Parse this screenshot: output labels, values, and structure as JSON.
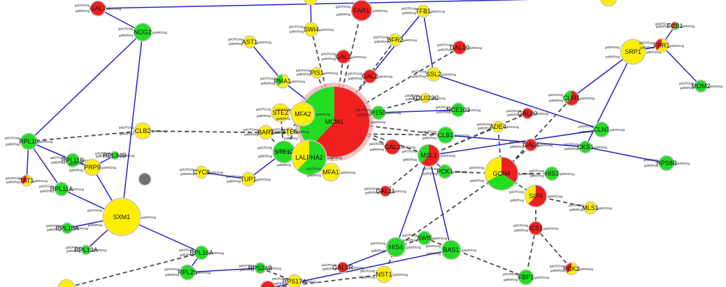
{
  "colors": {
    "edge_solid": "#2323c8",
    "edge_dashed": "#4a4a4a",
    "up": "#f02020",
    "down": "#22dd22",
    "neutral": "#ffee00",
    "missing": "#707070",
    "rim": "#c8c8c8",
    "halo": "#f4a7a7"
  },
  "legend_markers": [
    "gal1RGsig",
    "gal4RGsig",
    "gal80Rsig"
  ],
  "nodes": [
    {
      "id": "n0",
      "label": "",
      "slices": [
        "neutral"
      ]
    },
    {
      "id": "n1",
      "label": "GAL7",
      "slices": [
        "up"
      ]
    },
    {
      "id": "n2",
      "label": "NOG2",
      "slices": [
        "down"
      ]
    },
    {
      "id": "n3",
      "label": "SWI4",
      "slices": [
        "neutral"
      ]
    },
    {
      "id": "n4",
      "label": "FAR1",
      "slices": [
        "up"
      ]
    },
    {
      "id": "n5",
      "label": "TFB1",
      "slices": [
        "neutral"
      ]
    },
    {
      "id": "n6",
      "label": "BFR2",
      "slices": [
        "neutral"
      ]
    },
    {
      "id": "n7",
      "label": "AST1",
      "slices": [
        "neutral"
      ]
    },
    {
      "id": "n8",
      "label": "GAL1",
      "slices": [
        "up"
      ]
    },
    {
      "id": "n9",
      "label": "GAL10",
      "slices": [
        "up"
      ]
    },
    {
      "id": "n10",
      "label": "CUR1",
      "slices": [
        "up",
        "down"
      ]
    },
    {
      "id": "n11",
      "label": "SRP1",
      "slices": [
        "neutral"
      ]
    },
    {
      "id": "n12",
      "label": "FCB1",
      "slices": [
        "down",
        "up"
      ]
    },
    {
      "id": "n13",
      "label": "FPR1",
      "slices": [
        "neutral",
        "up"
      ]
    },
    {
      "id": "n14",
      "label": "PIS1",
      "slices": [
        "neutral"
      ]
    },
    {
      "id": "n15",
      "label": "PMA1",
      "slices": [
        "neutral",
        "down"
      ]
    },
    {
      "id": "n16",
      "label": "SSL2",
      "slices": [
        "neutral"
      ]
    },
    {
      "id": "n17",
      "label": "GAL2",
      "slices": [
        "up"
      ]
    },
    {
      "id": "n18",
      "label": "MCM1",
      "slices": [
        "up",
        "down"
      ]
    },
    {
      "id": "n19",
      "label": "YDL023C",
      "slices": [
        "neutral"
      ]
    },
    {
      "id": "n20",
      "label": "MOM2",
      "slices": [
        "down"
      ]
    },
    {
      "id": "n21",
      "label": "STE2",
      "slices": [
        "neutral"
      ]
    },
    {
      "id": "n22",
      "label": "MFA2",
      "slices": [
        "neutral"
      ]
    },
    {
      "id": "n23",
      "label": "P150",
      "slices": [
        "down"
      ]
    },
    {
      "id": "n24",
      "label": "NCE103",
      "slices": [
        "down"
      ]
    },
    {
      "id": "n25",
      "label": "GAL3",
      "slices": [
        "up"
      ]
    },
    {
      "id": "n26",
      "label": "CLB2",
      "slices": [
        "neutral"
      ]
    },
    {
      "id": "n27",
      "label": "BAR1",
      "slices": [
        "neutral"
      ]
    },
    {
      "id": "n28",
      "label": "STE6",
      "slices": [
        "neutral"
      ]
    },
    {
      "id": "n29",
      "label": "ADE4",
      "slices": [
        "neutral"
      ]
    },
    {
      "id": "n30",
      "label": "CLB1",
      "slices": [
        "down"
      ]
    },
    {
      "id": "n31",
      "label": "CLN1",
      "slices": [
        "down"
      ]
    },
    {
      "id": "n32",
      "label": "RPL10",
      "slices": [
        "down"
      ]
    },
    {
      "id": "n33",
      "label": "STE12",
      "slices": [
        "down"
      ]
    },
    {
      "id": "n34",
      "label": "LALPHA2",
      "slices": [
        "down",
        "neutral"
      ]
    },
    {
      "id": "n35",
      "label": "GAL11",
      "slices": [
        "up"
      ]
    },
    {
      "id": "n36",
      "label": "MSL1",
      "slices": [
        "up",
        "down"
      ]
    },
    {
      "id": "n37",
      "label": "CKS1",
      "slices": [
        "down"
      ]
    },
    {
      "id": "n38",
      "label": "GAL4",
      "slices": [
        "up"
      ]
    },
    {
      "id": "n39",
      "label": "RPL11B",
      "slices": [
        "down"
      ]
    },
    {
      "id": "n40",
      "label": "RPL34B",
      "slices": [
        "down"
      ]
    },
    {
      "id": "n41",
      "label": "PRP9",
      "slices": [
        "neutral"
      ]
    },
    {
      "id": "n42",
      "label": "CYC8",
      "slices": [
        "neutral"
      ]
    },
    {
      "id": "n43",
      "label": "MFA1",
      "slices": [
        "neutral"
      ]
    },
    {
      "id": "n44",
      "label": "PCK1",
      "slices": [
        "down"
      ]
    },
    {
      "id": "n45",
      "label": "GCN4",
      "slices": [
        "up",
        "down",
        "neutral"
      ]
    },
    {
      "id": "n46",
      "label": "RPS8B",
      "slices": [
        "down"
      ]
    },
    {
      "id": "n47",
      "label": "HIS3",
      "slices": [
        "down"
      ]
    },
    {
      "id": "n48",
      "label": "TAT1",
      "slices": [
        "neutral",
        "up"
      ]
    },
    {
      "id": "n49",
      "label": "RPL11A",
      "slices": [
        "down"
      ]
    },
    {
      "id": "n50",
      "label": "TUP1",
      "slices": [
        "neutral"
      ]
    },
    {
      "id": "n51",
      "label": "GAL80",
      "slices": [
        "up"
      ]
    },
    {
      "id": "n52",
      "label": "SIP4",
      "slices": [
        "up",
        "neutral"
      ]
    },
    {
      "id": "n53",
      "label": "MLS1",
      "slices": [
        "neutral"
      ]
    },
    {
      "id": "n54",
      "label": "",
      "slices": [
        "missing"
      ]
    },
    {
      "id": "n55",
      "label": "SXM1",
      "slices": [
        "neutral"
      ]
    },
    {
      "id": "n56",
      "label": "RPL15A",
      "slices": [
        "down"
      ]
    },
    {
      "id": "n57",
      "label": "RPL13A",
      "slices": [
        "down"
      ]
    },
    {
      "id": "n58",
      "label": "HIS4",
      "slices": [
        "down"
      ]
    },
    {
      "id": "n59",
      "label": "SWI5",
      "slices": [
        "down"
      ]
    },
    {
      "id": "n60",
      "label": "BAS1",
      "slices": [
        "down"
      ]
    },
    {
      "id": "n61",
      "label": "ICS1",
      "slices": [
        "up"
      ]
    },
    {
      "id": "n62",
      "label": "RPL16A",
      "slices": [
        "down"
      ]
    },
    {
      "id": "n63",
      "label": "RPL25",
      "slices": [
        "down"
      ]
    },
    {
      "id": "n64",
      "label": "RPS24B",
      "slices": [
        "down"
      ]
    },
    {
      "id": "n65",
      "label": "RPS17A",
      "slices": [
        "neutral"
      ]
    },
    {
      "id": "n66",
      "label": "GAL3R",
      "slices": [
        "up"
      ]
    },
    {
      "id": "n67",
      "label": "NST1",
      "slices": [
        "neutral"
      ]
    },
    {
      "id": "n68",
      "label": "FBP1",
      "slices": [
        "down"
      ]
    },
    {
      "id": "n69",
      "label": "PCK2",
      "slices": [
        "neutral",
        "up"
      ]
    },
    {
      "id": "n70",
      "label": "",
      "slices": [
        "neutral"
      ]
    },
    {
      "id": "n71",
      "label": "",
      "slices": [
        "up"
      ]
    },
    {
      "id": "n72",
      "label": "",
      "slices": [
        "neutral"
      ]
    }
  ],
  "edges": [
    {
      "a": "n2",
      "b": "n1",
      "dashed": false
    },
    {
      "a": "n1",
      "b": "n0",
      "dashed": false
    },
    {
      "a": "n2",
      "b": "n32",
      "dashed": false
    },
    {
      "a": "n3",
      "b": "n18",
      "dashed": true
    },
    {
      "a": "n4",
      "b": "n18",
      "dashed": true
    },
    {
      "a": "n8",
      "b": "n18",
      "dashed": true
    },
    {
      "a": "n9",
      "b": "n18",
      "dashed": true
    },
    {
      "a": "n6",
      "b": "n18",
      "dashed": true
    },
    {
      "a": "n14",
      "b": "n18",
      "dashed": true
    },
    {
      "a": "n15",
      "b": "n18",
      "dashed": false
    },
    {
      "a": "n7",
      "b": "n15",
      "dashed": false
    },
    {
      "a": "n17",
      "b": "n18",
      "dashed": true
    },
    {
      "a": "n19",
      "b": "n18",
      "dashed": true
    },
    {
      "a": "n23",
      "b": "n18",
      "dashed": false
    },
    {
      "a": "n24",
      "b": "n23",
      "dashed": false
    },
    {
      "a": "n18",
      "b": "n22",
      "dashed": false
    },
    {
      "a": "n18",
      "b": "n34",
      "dashed": false
    },
    {
      "a": "n18",
      "b": "n43",
      "dashed": true
    },
    {
      "a": "n18",
      "b": "n25",
      "dashed": true
    },
    {
      "a": "n18",
      "b": "n30",
      "dashed": true
    },
    {
      "a": "n18",
      "b": "n36",
      "dashed": true
    },
    {
      "a": "n26",
      "b": "n30",
      "dashed": true
    },
    {
      "a": "n33",
      "b": "n34",
      "dashed": false
    },
    {
      "a": "n33",
      "b": "n22",
      "dashed": true
    },
    {
      "a": "n33",
      "b": "n27",
      "dashed": true
    },
    {
      "a": "n33",
      "b": "n21",
      "dashed": true
    },
    {
      "a": "n33",
      "b": "n50",
      "dashed": false
    },
    {
      "a": "n50",
      "b": "n42",
      "dashed": false
    },
    {
      "a": "n28",
      "b": "n22",
      "dashed": true
    },
    {
      "a": "n30",
      "b": "n37",
      "dashed": false
    },
    {
      "a": "n37",
      "b": "n46",
      "dashed": false
    },
    {
      "a": "n37",
      "b": "n11",
      "dashed": false
    },
    {
      "a": "n11",
      "b": "n13",
      "dashed": false
    },
    {
      "a": "n13",
      "b": "n12",
      "dashed": false
    },
    {
      "a": "n13",
      "b": "n20",
      "dashed": false
    },
    {
      "a": "n11",
      "b": "n10",
      "dashed": false
    },
    {
      "a": "n36",
      "b": "n31",
      "dashed": false
    },
    {
      "a": "n31",
      "b": "n16",
      "dashed": false
    },
    {
      "a": "n16",
      "b": "n5",
      "dashed": false
    },
    {
      "a": "n36",
      "b": "n35",
      "dashed": true
    },
    {
      "a": "n36",
      "b": "n44",
      "dashed": false
    },
    {
      "a": "n36",
      "b": "n58",
      "dashed": false
    },
    {
      "a": "n36",
      "b": "n60",
      "dashed": false
    },
    {
      "a": "n36",
      "b": "n51",
      "dashed": true
    },
    {
      "a": "n36",
      "b": "n29",
      "dashed": true
    },
    {
      "a": "n45",
      "b": "n44",
      "dashed": true
    },
    {
      "a": "n45",
      "b": "n52",
      "dashed": true
    },
    {
      "a": "n45",
      "b": "n47",
      "dashed": true
    },
    {
      "a": "n45",
      "b": "n38",
      "dashed": true
    },
    {
      "a": "n45",
      "b": "n29",
      "dashed": true
    },
    {
      "a": "n45",
      "b": "n58",
      "dashed": true
    },
    {
      "a": "n45",
      "b": "n10",
      "dashed": true
    },
    {
      "a": "n52",
      "b": "n53",
      "dashed": true
    },
    {
      "a": "n52",
      "b": "n61",
      "dashed": true
    },
    {
      "a": "n61",
      "b": "n69",
      "dashed": true
    },
    {
      "a": "n61",
      "b": "n68",
      "dashed": true
    },
    {
      "a": "n58",
      "b": "n59",
      "dashed": true
    },
    {
      "a": "n58",
      "b": "n67",
      "dashed": true
    },
    {
      "a": "n58",
      "b": "n66",
      "dashed": false
    },
    {
      "a": "n32",
      "b": "n39",
      "dashed": false
    },
    {
      "a": "n32",
      "b": "n48",
      "dashed": false
    },
    {
      "a": "n32",
      "b": "n49",
      "dashed": false
    },
    {
      "a": "n32",
      "b": "n26",
      "dashed": true
    },
    {
      "a": "n39",
      "b": "n41",
      "dashed": false
    },
    {
      "a": "n49",
      "b": "n55",
      "dashed": false
    },
    {
      "a": "n55",
      "b": "n57",
      "dashed": false
    },
    {
      "a": "n55",
      "b": "n56",
      "dashed": false
    },
    {
      "a": "n55",
      "b": "n62",
      "dashed": false
    },
    {
      "a": "n62",
      "b": "n63",
      "dashed": false
    },
    {
      "a": "n55",
      "b": "n41",
      "dashed": false
    },
    {
      "a": "n41",
      "b": "n40",
      "dashed": false
    },
    {
      "a": "n2",
      "b": "n55",
      "dashed": false
    },
    {
      "a": "n63",
      "b": "n64",
      "dashed": false
    },
    {
      "a": "n64",
      "b": "n65",
      "dashed": true
    },
    {
      "a": "n62",
      "b": "n70",
      "dashed": true
    },
    {
      "a": "n60",
      "b": "n71",
      "dashed": false
    },
    {
      "a": "n67",
      "b": "n71",
      "dashed": true
    },
    {
      "a": "n59",
      "b": "n68",
      "dashed": true
    },
    {
      "a": "n3",
      "b": "n72",
      "dashed": false
    },
    {
      "a": "n5",
      "b": "n17",
      "dashed": false
    }
  ]
}
